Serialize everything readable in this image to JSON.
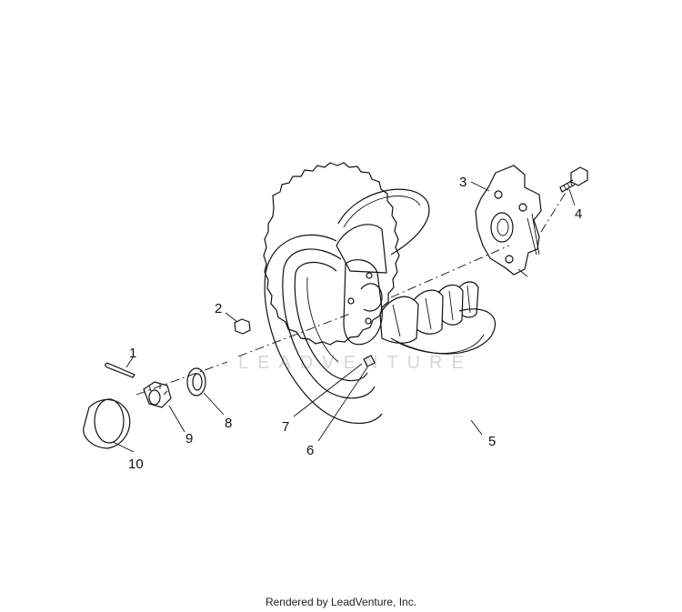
{
  "diagram": {
    "callouts": [
      "1",
      "2",
      "3",
      "4",
      "5",
      "6",
      "7",
      "8",
      "9",
      "10"
    ],
    "watermark": "LEADVENTURE"
  },
  "footer": {
    "text": "Rendered by LeadVenture, Inc."
  }
}
